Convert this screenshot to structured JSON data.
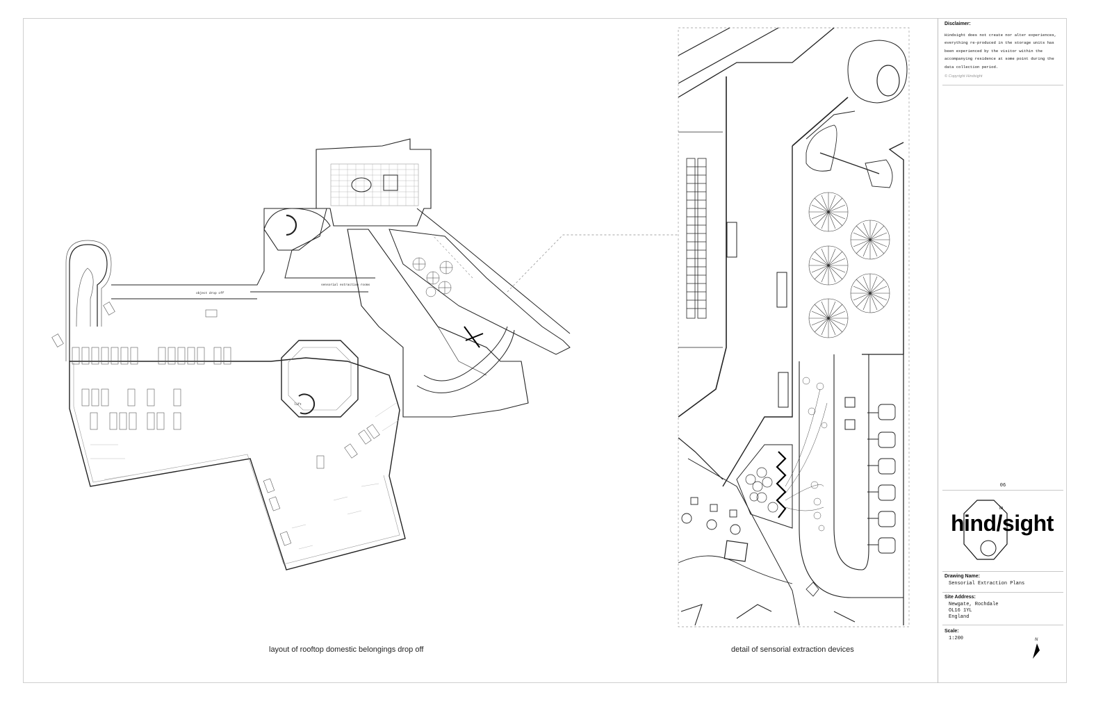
{
  "captions": {
    "left": "layout of rooftop domestic belongings drop off",
    "right": "detail of sensorial extraction devices"
  },
  "plan_labels": {
    "object_drop_off": "object drop off",
    "sensorial_extraction_rooms": "sensorial extraction rooms",
    "lift": "lift"
  },
  "titleblock": {
    "disclaimer_heading": "Disclaimer:",
    "disclaimer_text": "Hindsight does not create nor alter experiences, everything re-produced in the storage units has been experienced by the visitor within the accompanying residence at some point during the data collection period.",
    "copyright": "© Copyright Hindsight",
    "sheet_number": "06",
    "logo_small": "in",
    "logo": "hind/sight",
    "drawing_name_label": "Drawing Name:",
    "drawing_name": "Sensorial Extraction Plans",
    "site_address_label": "Site Address:",
    "site_address": "Newgate, Rochdale\nOL16 1YL\nEngland",
    "scale_label": "Scale:",
    "scale": "1:200",
    "north_label": "N"
  }
}
